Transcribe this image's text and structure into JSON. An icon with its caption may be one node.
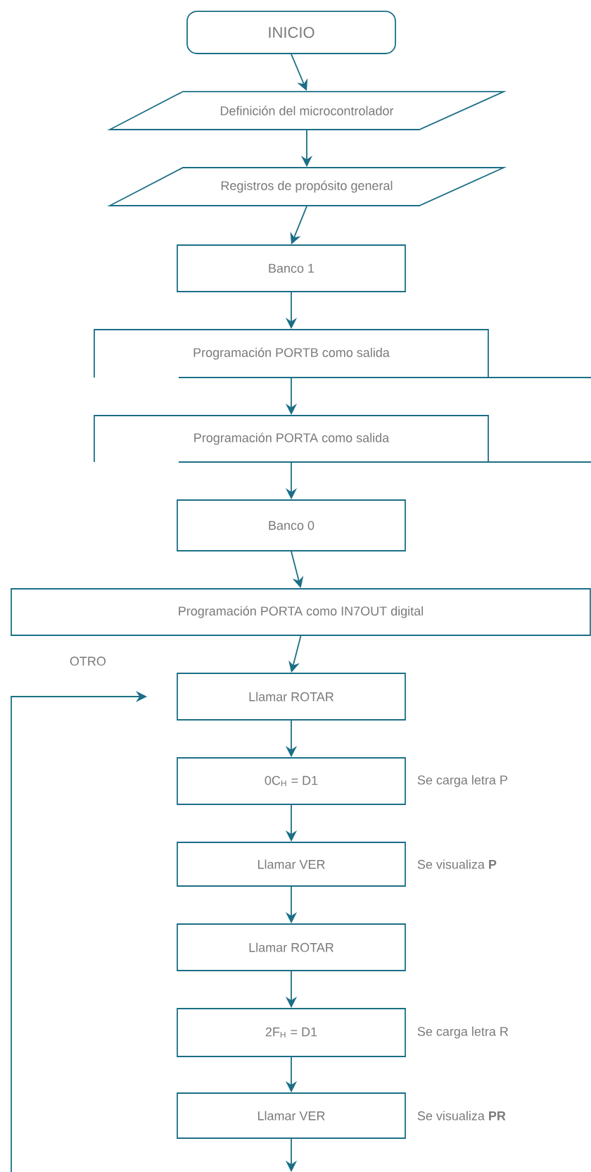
{
  "diagram": {
    "nodes": [
      {
        "text": [
          "INICIO"
        ]
      },
      {
        "text": [
          "Definición del microcontrolador"
        ]
      },
      {
        "text": [
          "Registros de propósito general"
        ]
      },
      {
        "text": [
          "Banco 1"
        ]
      },
      {
        "text": [
          "Programación PORTB como salida"
        ]
      },
      {
        "text": [
          "Programación PORTA como salida"
        ]
      },
      {
        "text": [
          "Banco 0"
        ]
      },
      {
        "text": [
          "Programación PORTA como IN7OUT digital"
        ]
      },
      {
        "text": [
          "Llamar ROTAR"
        ]
      },
      {
        "text": [
          "0C$_{H}$ = D1"
        ],
        "beside": [
          "Se carga letra P"
        ]
      },
      {
        "text": [
          "Llamar VER"
        ],
        "beside": [
          "Se visualiza **P**"
        ]
      },
      {
        "text": [
          "Llamar ROTAR"
        ]
      },
      {
        "text": [
          "2F$_{H}$ = D1"
        ],
        "beside": [
          "Se carga letra R"
        ]
      },
      {
        "text": [
          "Llamar VER"
        ],
        "beside": [
          "Se visualiza **PR**"
        ]
      }
    ],
    "edges": [
      {
        "from": 0,
        "to": 1,
        "arrow": "to"
      },
      {
        "from": 1,
        "to": 2,
        "arrow": "to"
      },
      {
        "from": 2,
        "to": 3,
        "arrow": "to"
      },
      {
        "from": 3,
        "to": 4,
        "arrow": "to"
      },
      {
        "from": 4,
        "to": 5,
        "arrow": "to"
      },
      {
        "from": 5,
        "to": 6,
        "arrow": "to"
      },
      {
        "from": 6,
        "to": 7,
        "arrow": "to"
      },
      {
        "from": 7,
        "to": 8,
        "arrow": "to"
      },
      {
        "from": 8,
        "to": 9,
        "arrow": "to"
      },
      {
        "from": 9,
        "to": 10,
        "arrow": "to"
      },
      {
        "from": 10,
        "to": 11,
        "arrow": "to"
      },
      {
        "from": 11,
        "to": 12,
        "arrow": "to"
      },
      {
        "from": 12,
        "to": 13,
        "arrow": "to"
      },
      {
        "from": 13,
        "to": null,
        "arrow": "to"
      },
      {
        "from": null,
        "to": 8,
        "arrow": "to",
        "label": "OTRO"
      }
    ]
  }
}
